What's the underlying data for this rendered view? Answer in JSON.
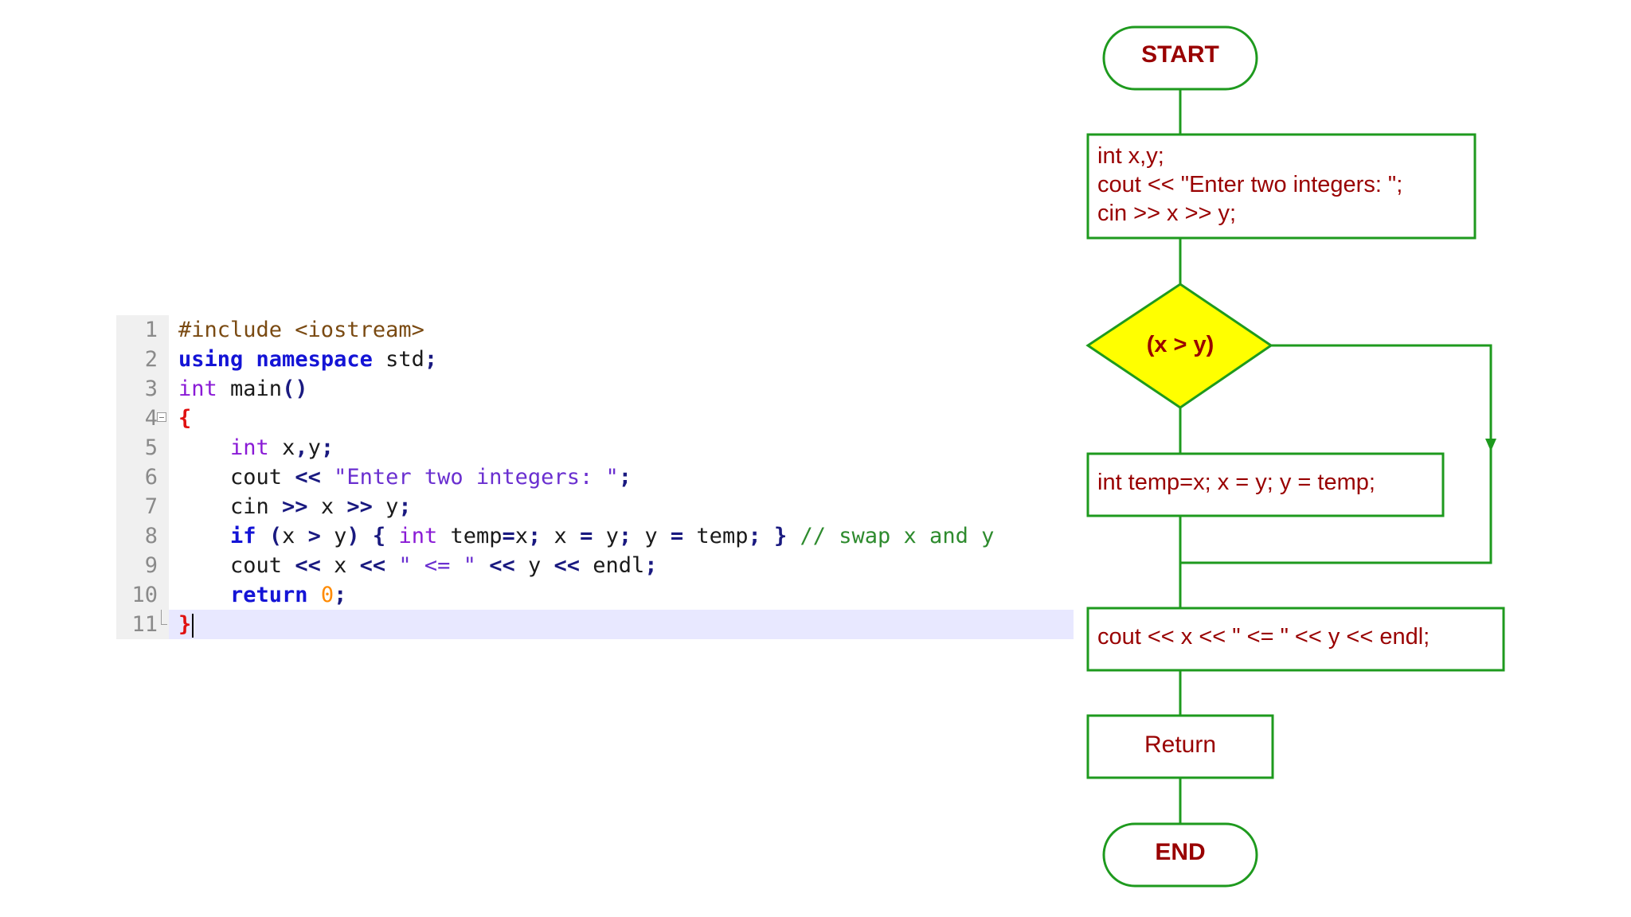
{
  "editor": {
    "lines": [
      {
        "number": "1",
        "fold": "",
        "tokens": [
          {
            "t": "#include <iostream>",
            "c": "preproc"
          }
        ]
      },
      {
        "number": "2",
        "fold": "",
        "tokens": [
          {
            "t": "using",
            "c": "keyword"
          },
          {
            "t": " ",
            "c": "default"
          },
          {
            "t": "namespace",
            "c": "keyword"
          },
          {
            "t": " std",
            "c": "default"
          },
          {
            "t": ";",
            "c": "op"
          }
        ]
      },
      {
        "number": "3",
        "fold": "",
        "tokens": [
          {
            "t": "int",
            "c": "type"
          },
          {
            "t": " main",
            "c": "default"
          },
          {
            "t": "()",
            "c": "op"
          }
        ]
      },
      {
        "number": "4",
        "fold": "open",
        "tokens": [
          {
            "t": "{",
            "c": "bracered"
          }
        ]
      },
      {
        "number": "5",
        "fold": "",
        "tokens": [
          {
            "t": "    ",
            "c": "default"
          },
          {
            "t": "int",
            "c": "type"
          },
          {
            "t": " x",
            "c": "default"
          },
          {
            "t": ",",
            "c": "op"
          },
          {
            "t": "y",
            "c": "default"
          },
          {
            "t": ";",
            "c": "op"
          }
        ]
      },
      {
        "number": "6",
        "fold": "",
        "tokens": [
          {
            "t": "    cout ",
            "c": "default"
          },
          {
            "t": "<<",
            "c": "op"
          },
          {
            "t": " ",
            "c": "default"
          },
          {
            "t": "\"Enter two integers: \"",
            "c": "string"
          },
          {
            "t": ";",
            "c": "op"
          }
        ]
      },
      {
        "number": "7",
        "fold": "",
        "tokens": [
          {
            "t": "    cin ",
            "c": "default"
          },
          {
            "t": ">>",
            "c": "op"
          },
          {
            "t": " x ",
            "c": "default"
          },
          {
            "t": ">>",
            "c": "op"
          },
          {
            "t": " y",
            "c": "default"
          },
          {
            "t": ";",
            "c": "op"
          }
        ]
      },
      {
        "number": "8",
        "fold": "",
        "tokens": [
          {
            "t": "    ",
            "c": "default"
          },
          {
            "t": "if",
            "c": "keyword"
          },
          {
            "t": " ",
            "c": "default"
          },
          {
            "t": "(",
            "c": "op"
          },
          {
            "t": "x ",
            "c": "default"
          },
          {
            "t": ">",
            "c": "op"
          },
          {
            "t": " y",
            "c": "default"
          },
          {
            "t": ")",
            "c": "op"
          },
          {
            "t": " ",
            "c": "default"
          },
          {
            "t": "{",
            "c": "op"
          },
          {
            "t": " ",
            "c": "default"
          },
          {
            "t": "int",
            "c": "type"
          },
          {
            "t": " temp",
            "c": "default"
          },
          {
            "t": "=",
            "c": "op"
          },
          {
            "t": "x",
            "c": "default"
          },
          {
            "t": ";",
            "c": "op"
          },
          {
            "t": " x ",
            "c": "default"
          },
          {
            "t": "=",
            "c": "op"
          },
          {
            "t": " y",
            "c": "default"
          },
          {
            "t": ";",
            "c": "op"
          },
          {
            "t": " y ",
            "c": "default"
          },
          {
            "t": "=",
            "c": "op"
          },
          {
            "t": " temp",
            "c": "default"
          },
          {
            "t": ";",
            "c": "op"
          },
          {
            "t": " ",
            "c": "default"
          },
          {
            "t": "}",
            "c": "op"
          },
          {
            "t": " // swap x and y",
            "c": "comment"
          }
        ]
      },
      {
        "number": "9",
        "fold": "",
        "tokens": [
          {
            "t": "    cout ",
            "c": "default"
          },
          {
            "t": "<<",
            "c": "op"
          },
          {
            "t": " x ",
            "c": "default"
          },
          {
            "t": "<<",
            "c": "op"
          },
          {
            "t": " ",
            "c": "default"
          },
          {
            "t": "\" <= \"",
            "c": "string"
          },
          {
            "t": " ",
            "c": "default"
          },
          {
            "t": "<<",
            "c": "op"
          },
          {
            "t": " y ",
            "c": "default"
          },
          {
            "t": "<<",
            "c": "op"
          },
          {
            "t": " endl",
            "c": "default"
          },
          {
            "t": ";",
            "c": "op"
          }
        ]
      },
      {
        "number": "10",
        "fold": "",
        "tokens": [
          {
            "t": "    ",
            "c": "default"
          },
          {
            "t": "return",
            "c": "keyword"
          },
          {
            "t": " ",
            "c": "default"
          },
          {
            "t": "0",
            "c": "number"
          },
          {
            "t": ";",
            "c": "op"
          }
        ]
      },
      {
        "number": "11",
        "fold": "end",
        "current": true,
        "tokens": [
          {
            "t": "}",
            "c": "bracered"
          }
        ]
      }
    ]
  },
  "flowchart": {
    "colors": {
      "border": "#1e9a1e",
      "text": "#990000",
      "decision_fill": "#ffff00"
    },
    "start_label": "START",
    "init_lines": [
      "int x,y;",
      "cout << \"Enter two integers: \";",
      "cin >> x >> y;"
    ],
    "decision_label": "(x > y)",
    "swap_label": "int temp=x; x = y; y = temp;",
    "output_label": "cout << x << \" <= \" << y << endl;",
    "return_label": "Return",
    "end_label": "END"
  }
}
